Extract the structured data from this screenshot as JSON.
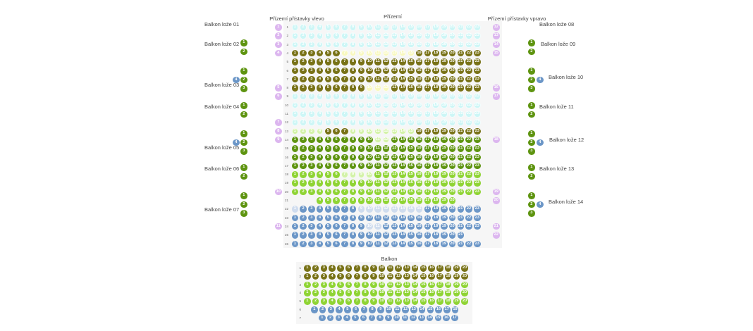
{
  "colors": {
    "olive": "#787217",
    "green": "#5e9410",
    "lime": "#8fd434",
    "blue": "#6b96c7",
    "pale_blue": "#cfdcee",
    "cyan_ghost": "#cdf6f6",
    "yellow_ghost": "#f8f8bf",
    "lime_ghost": "#d3f2a8",
    "purple": "#dcb6ef"
  },
  "sections": {
    "prizemi": "Přízemí",
    "vlevo": "Přízemí přístavky vlevo",
    "vpravo": "Přízemí přístavky vpravo",
    "balkon": "Balkon"
  },
  "boxes_left": [
    {
      "label": "Balkon lože 01",
      "seats": []
    },
    {
      "label": "Balkon lože 02",
      "seats": [
        "1",
        "2"
      ]
    },
    {
      "label": "Balkon lože 03",
      "seats": [
        "1",
        "2",
        "3"
      ],
      "extra": "4"
    },
    {
      "label": "Balkon lože 04",
      "seats": [
        "1",
        "2"
      ]
    },
    {
      "label": "Balkon lože 05",
      "seats": [
        "1",
        "2",
        "3"
      ],
      "extra": "4"
    },
    {
      "label": "Balkon lože 06",
      "seats": [
        "1",
        "2"
      ]
    },
    {
      "label": "Balkon lože 07",
      "seats": [
        "1",
        "2",
        "3"
      ]
    }
  ],
  "boxes_right": [
    {
      "label": "Balkon lože 08",
      "seats": []
    },
    {
      "label": "Balkon lože 09",
      "seats": [
        "1",
        "2"
      ]
    },
    {
      "label": "Balkon lože 10",
      "seats": [
        "1",
        "2",
        "3"
      ],
      "extra": "4"
    },
    {
      "label": "Balkon lože 11",
      "seats": [
        "1",
        "2"
      ]
    },
    {
      "label": "Balkon lože 12",
      "seats": [
        "1",
        "2",
        "3"
      ],
      "extra": "4"
    },
    {
      "label": "Balkon lože 13",
      "seats": [
        "1",
        "2"
      ]
    },
    {
      "label": "Balkon lože 14",
      "seats": [
        "1",
        "2",
        "3"
      ],
      "extra": "4"
    }
  ],
  "annex_left": [
    {
      "row": 1,
      "n": "1"
    },
    {
      "row": 2,
      "n": "2"
    },
    {
      "row": 3,
      "n": "3"
    },
    {
      "row": 4,
      "n": "4"
    },
    {
      "row": 8,
      "n": "5"
    },
    {
      "row": 9,
      "n": "6"
    },
    {
      "row": 12,
      "n": "7"
    },
    {
      "row": 13,
      "n": "8"
    },
    {
      "row": 14,
      "n": "9"
    },
    {
      "row": 20,
      "n": "10"
    },
    {
      "row": 24,
      "n": "11"
    }
  ],
  "annex_right": [
    {
      "row": 1,
      "n": "12"
    },
    {
      "row": 2,
      "n": "13"
    },
    {
      "row": 3,
      "n": "14"
    },
    {
      "row": 4,
      "n": "15"
    },
    {
      "row": 8,
      "n": "16"
    },
    {
      "row": 9,
      "n": "17"
    },
    {
      "row": 14,
      "n": "18"
    },
    {
      "row": 20,
      "n": "19"
    },
    {
      "row": 21,
      "n": "20"
    },
    {
      "row": 24,
      "n": "21"
    },
    {
      "row": 25,
      "n": "22"
    }
  ],
  "stalls": [
    {
      "row": "1",
      "from": 1,
      "to": 23,
      "runs": [
        [
          1,
          23,
          "cyan_ghost"
        ]
      ]
    },
    {
      "row": "2",
      "from": 1,
      "to": 23,
      "runs": [
        [
          1,
          23,
          "cyan_ghost"
        ]
      ]
    },
    {
      "row": "3",
      "from": 1,
      "to": 23,
      "runs": [
        [
          1,
          23,
          "cyan_ghost"
        ]
      ]
    },
    {
      "row": "4",
      "from": 1,
      "to": 23,
      "runs": [
        [
          1,
          6,
          "olive"
        ],
        [
          7,
          15,
          "yellow_ghost"
        ],
        [
          16,
          23,
          "olive"
        ]
      ]
    },
    {
      "row": "5",
      "from": 1,
      "to": 23,
      "runs": [
        [
          1,
          23,
          "olive"
        ]
      ]
    },
    {
      "row": "6",
      "from": 1,
      "to": 23,
      "runs": [
        [
          1,
          23,
          "olive"
        ]
      ]
    },
    {
      "row": "7",
      "from": 1,
      "to": 23,
      "runs": [
        [
          1,
          23,
          "olive"
        ]
      ]
    },
    {
      "row": "8",
      "from": 1,
      "to": 23,
      "runs": [
        [
          1,
          9,
          "olive"
        ],
        [
          10,
          12,
          "yellow_ghost"
        ],
        [
          13,
          23,
          "olive"
        ]
      ]
    },
    {
      "row": "9",
      "from": 1,
      "to": 23,
      "runs": [
        [
          1,
          23,
          "cyan_ghost"
        ]
      ]
    },
    {
      "row": "10",
      "from": 1,
      "to": 23,
      "runs": [
        [
          1,
          23,
          "cyan_ghost"
        ]
      ]
    },
    {
      "row": "11",
      "from": 1,
      "to": 23,
      "runs": [
        [
          1,
          23,
          "cyan_ghost"
        ]
      ]
    },
    {
      "row": "12",
      "from": 1,
      "to": 23,
      "runs": [
        [
          1,
          23,
          "cyan_ghost"
        ]
      ]
    },
    {
      "row": "13",
      "from": 1,
      "to": 23,
      "runs": [
        [
          1,
          4,
          "lime_ghost"
        ],
        [
          5,
          7,
          "olive"
        ],
        [
          8,
          15,
          "lime_ghost"
        ],
        [
          16,
          23,
          "olive"
        ]
      ]
    },
    {
      "row": "14",
      "from": 1,
      "to": 23,
      "runs": [
        [
          1,
          10,
          "green"
        ],
        [
          11,
          12,
          "lime_ghost"
        ],
        [
          13,
          23,
          "green"
        ]
      ]
    },
    {
      "row": "15",
      "from": 1,
      "to": 23,
      "runs": [
        [
          1,
          23,
          "green"
        ]
      ]
    },
    {
      "row": "16",
      "from": 1,
      "to": 23,
      "runs": [
        [
          1,
          23,
          "green"
        ]
      ]
    },
    {
      "row": "17",
      "from": 1,
      "to": 23,
      "runs": [
        [
          1,
          23,
          "green"
        ]
      ]
    },
    {
      "row": "18",
      "from": 1,
      "to": 23,
      "runs": [
        [
          1,
          6,
          "lime"
        ],
        [
          7,
          10,
          "lime_ghost"
        ],
        [
          11,
          23,
          "lime"
        ]
      ]
    },
    {
      "row": "19",
      "from": 1,
      "to": 23,
      "runs": [
        [
          1,
          23,
          "lime"
        ]
      ]
    },
    {
      "row": "20",
      "from": 1,
      "to": 23,
      "runs": [
        [
          1,
          23,
          "lime"
        ]
      ]
    },
    {
      "row": "21",
      "from": 4,
      "to": 20,
      "runs": [
        [
          4,
          20,
          "lime"
        ]
      ]
    },
    {
      "row": "22",
      "from": 1,
      "to": 23,
      "runs": [
        [
          1,
          1,
          "pale_blue"
        ],
        [
          2,
          8,
          "blue"
        ],
        [
          9,
          16,
          "pale_blue"
        ],
        [
          17,
          23,
          "blue"
        ]
      ]
    },
    {
      "row": "23",
      "from": 1,
      "to": 23,
      "runs": [
        [
          1,
          23,
          "blue"
        ]
      ]
    },
    {
      "row": "24",
      "from": 1,
      "to": 23,
      "runs": [
        [
          1,
          9,
          "blue"
        ],
        [
          10,
          11,
          "pale_blue"
        ],
        [
          12,
          23,
          "blue"
        ]
      ]
    },
    {
      "row": "25",
      "from": 1,
      "to": 21,
      "runs": [
        [
          1,
          21,
          "blue"
        ]
      ]
    },
    {
      "row": "26",
      "from": 1,
      "to": 23,
      "runs": [
        [
          1,
          23,
          "blue"
        ]
      ]
    }
  ],
  "balcony": [
    {
      "row": "1",
      "from": 1,
      "to": 20,
      "runs": [
        [
          1,
          20,
          "olive"
        ]
      ]
    },
    {
      "row": "2",
      "from": 1,
      "to": 20,
      "runs": [
        [
          1,
          20,
          "olive"
        ]
      ]
    },
    {
      "row": "3",
      "from": 1,
      "to": 20,
      "runs": [
        [
          1,
          20,
          "lime"
        ]
      ]
    },
    {
      "row": "4",
      "from": 1,
      "to": 20,
      "runs": [
        [
          1,
          20,
          "lime"
        ]
      ]
    },
    {
      "row": "5",
      "from": 1,
      "to": 20,
      "runs": [
        [
          1,
          20,
          "lime"
        ]
      ]
    },
    {
      "row": "6",
      "from": 1,
      "to": 18,
      "runs": [
        [
          1,
          18,
          "blue"
        ]
      ]
    },
    {
      "row": "7",
      "from": 1,
      "to": 17,
      "runs": [
        [
          1,
          17,
          "blue"
        ]
      ]
    }
  ]
}
